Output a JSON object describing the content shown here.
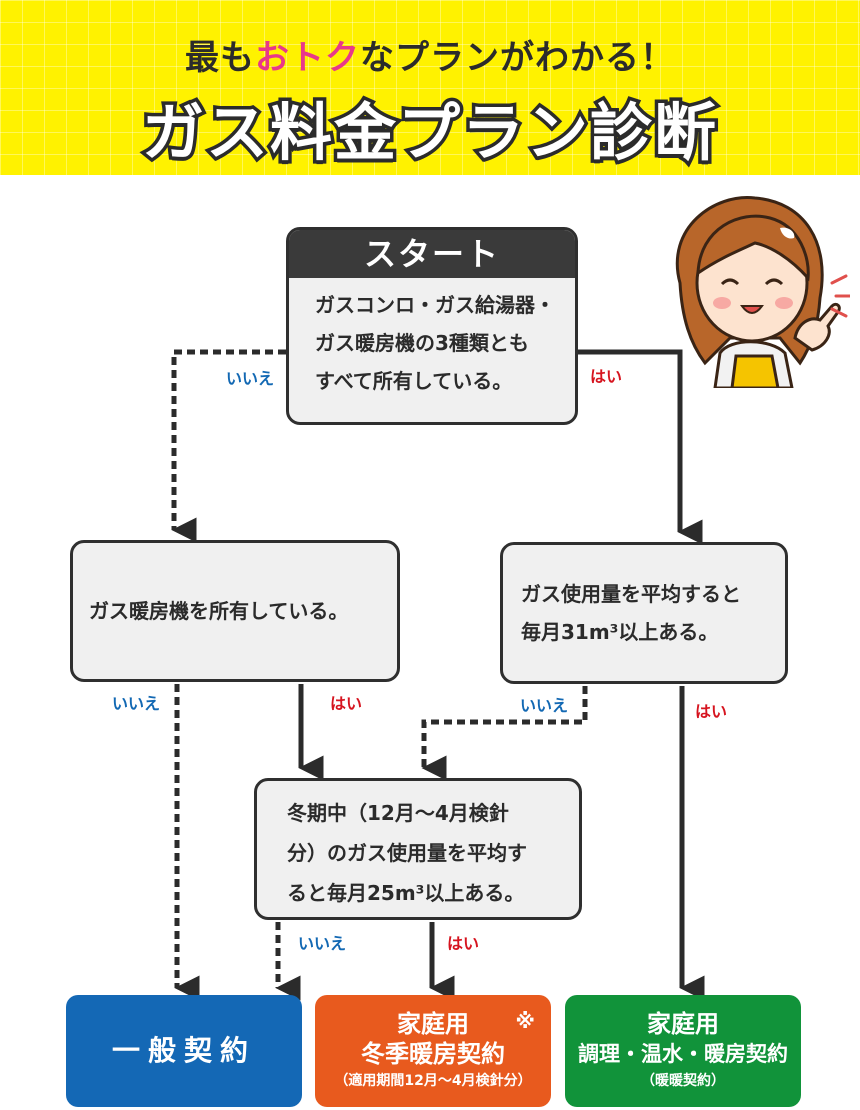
{
  "header": {
    "subtitle_pre": "最も",
    "subtitle_highlight": "おトク",
    "subtitle_post": "なプランがわかる！",
    "title": "ガス料金プラン診断"
  },
  "start": {
    "heading": "スタート",
    "lines": [
      "ガスコンロ・ガス給湯器・",
      "ガス暖房機の3種類とも",
      "すべて所有している。"
    ]
  },
  "q_heater": {
    "text": "ガス暖房機を所有している。"
  },
  "q_usage": {
    "lines": [
      "ガス使用量を平均すると",
      "毎月31m³以上ある。"
    ]
  },
  "q_winter": {
    "lines": [
      "冬期中（12月〜4月検針",
      "分）のガス使用量を平均す",
      "ると毎月25m³以上ある。"
    ]
  },
  "labels": {
    "yes": "はい",
    "no": "いいえ"
  },
  "results": {
    "general": {
      "label": "一般契約"
    },
    "winter": {
      "line1": "家庭用",
      "line2": "冬季暖房契約",
      "line3": "（適用期間12月〜4月検針分）",
      "mark": "※"
    },
    "cooking": {
      "line1": "家庭用",
      "line2": "調理・温水・暖房契約",
      "line3": "（暖暖契約）"
    }
  },
  "colors": {
    "header_bg": "#fff200",
    "highlight": "#e8388a",
    "yes": "#d6141f",
    "no": "#1268b3",
    "general": "#1468b5",
    "winter": "#e85a1e",
    "cooking": "#11933a"
  }
}
